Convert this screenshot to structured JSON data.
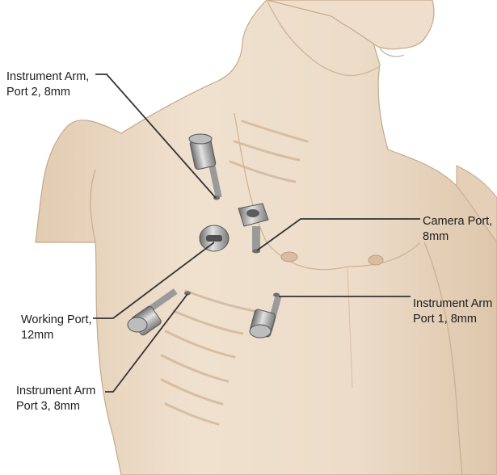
{
  "labels": {
    "arm_port2": {
      "line1": "Instrument Arm,",
      "line2": "Port 2, 8mm"
    },
    "camera_port": {
      "line1": "Camera Port,",
      "line2": "8mm"
    },
    "working_port": {
      "line1": "Working Port,",
      "line2": "12mm"
    },
    "arm_port1": {
      "line1": "Instrument Arm",
      "line2": "Port 1, 8mm"
    },
    "arm_port3": {
      "line1": "Instrument Arm",
      "line2": "Port 3, 8mm"
    }
  },
  "colors": {
    "skin": "#ecdcc8",
    "skin_shadow": "#d8bfa3",
    "outline": "#b79c80",
    "port_metal": "#8f8f8f",
    "port_light": "#d6d6d6",
    "leader_line": "#333333"
  }
}
